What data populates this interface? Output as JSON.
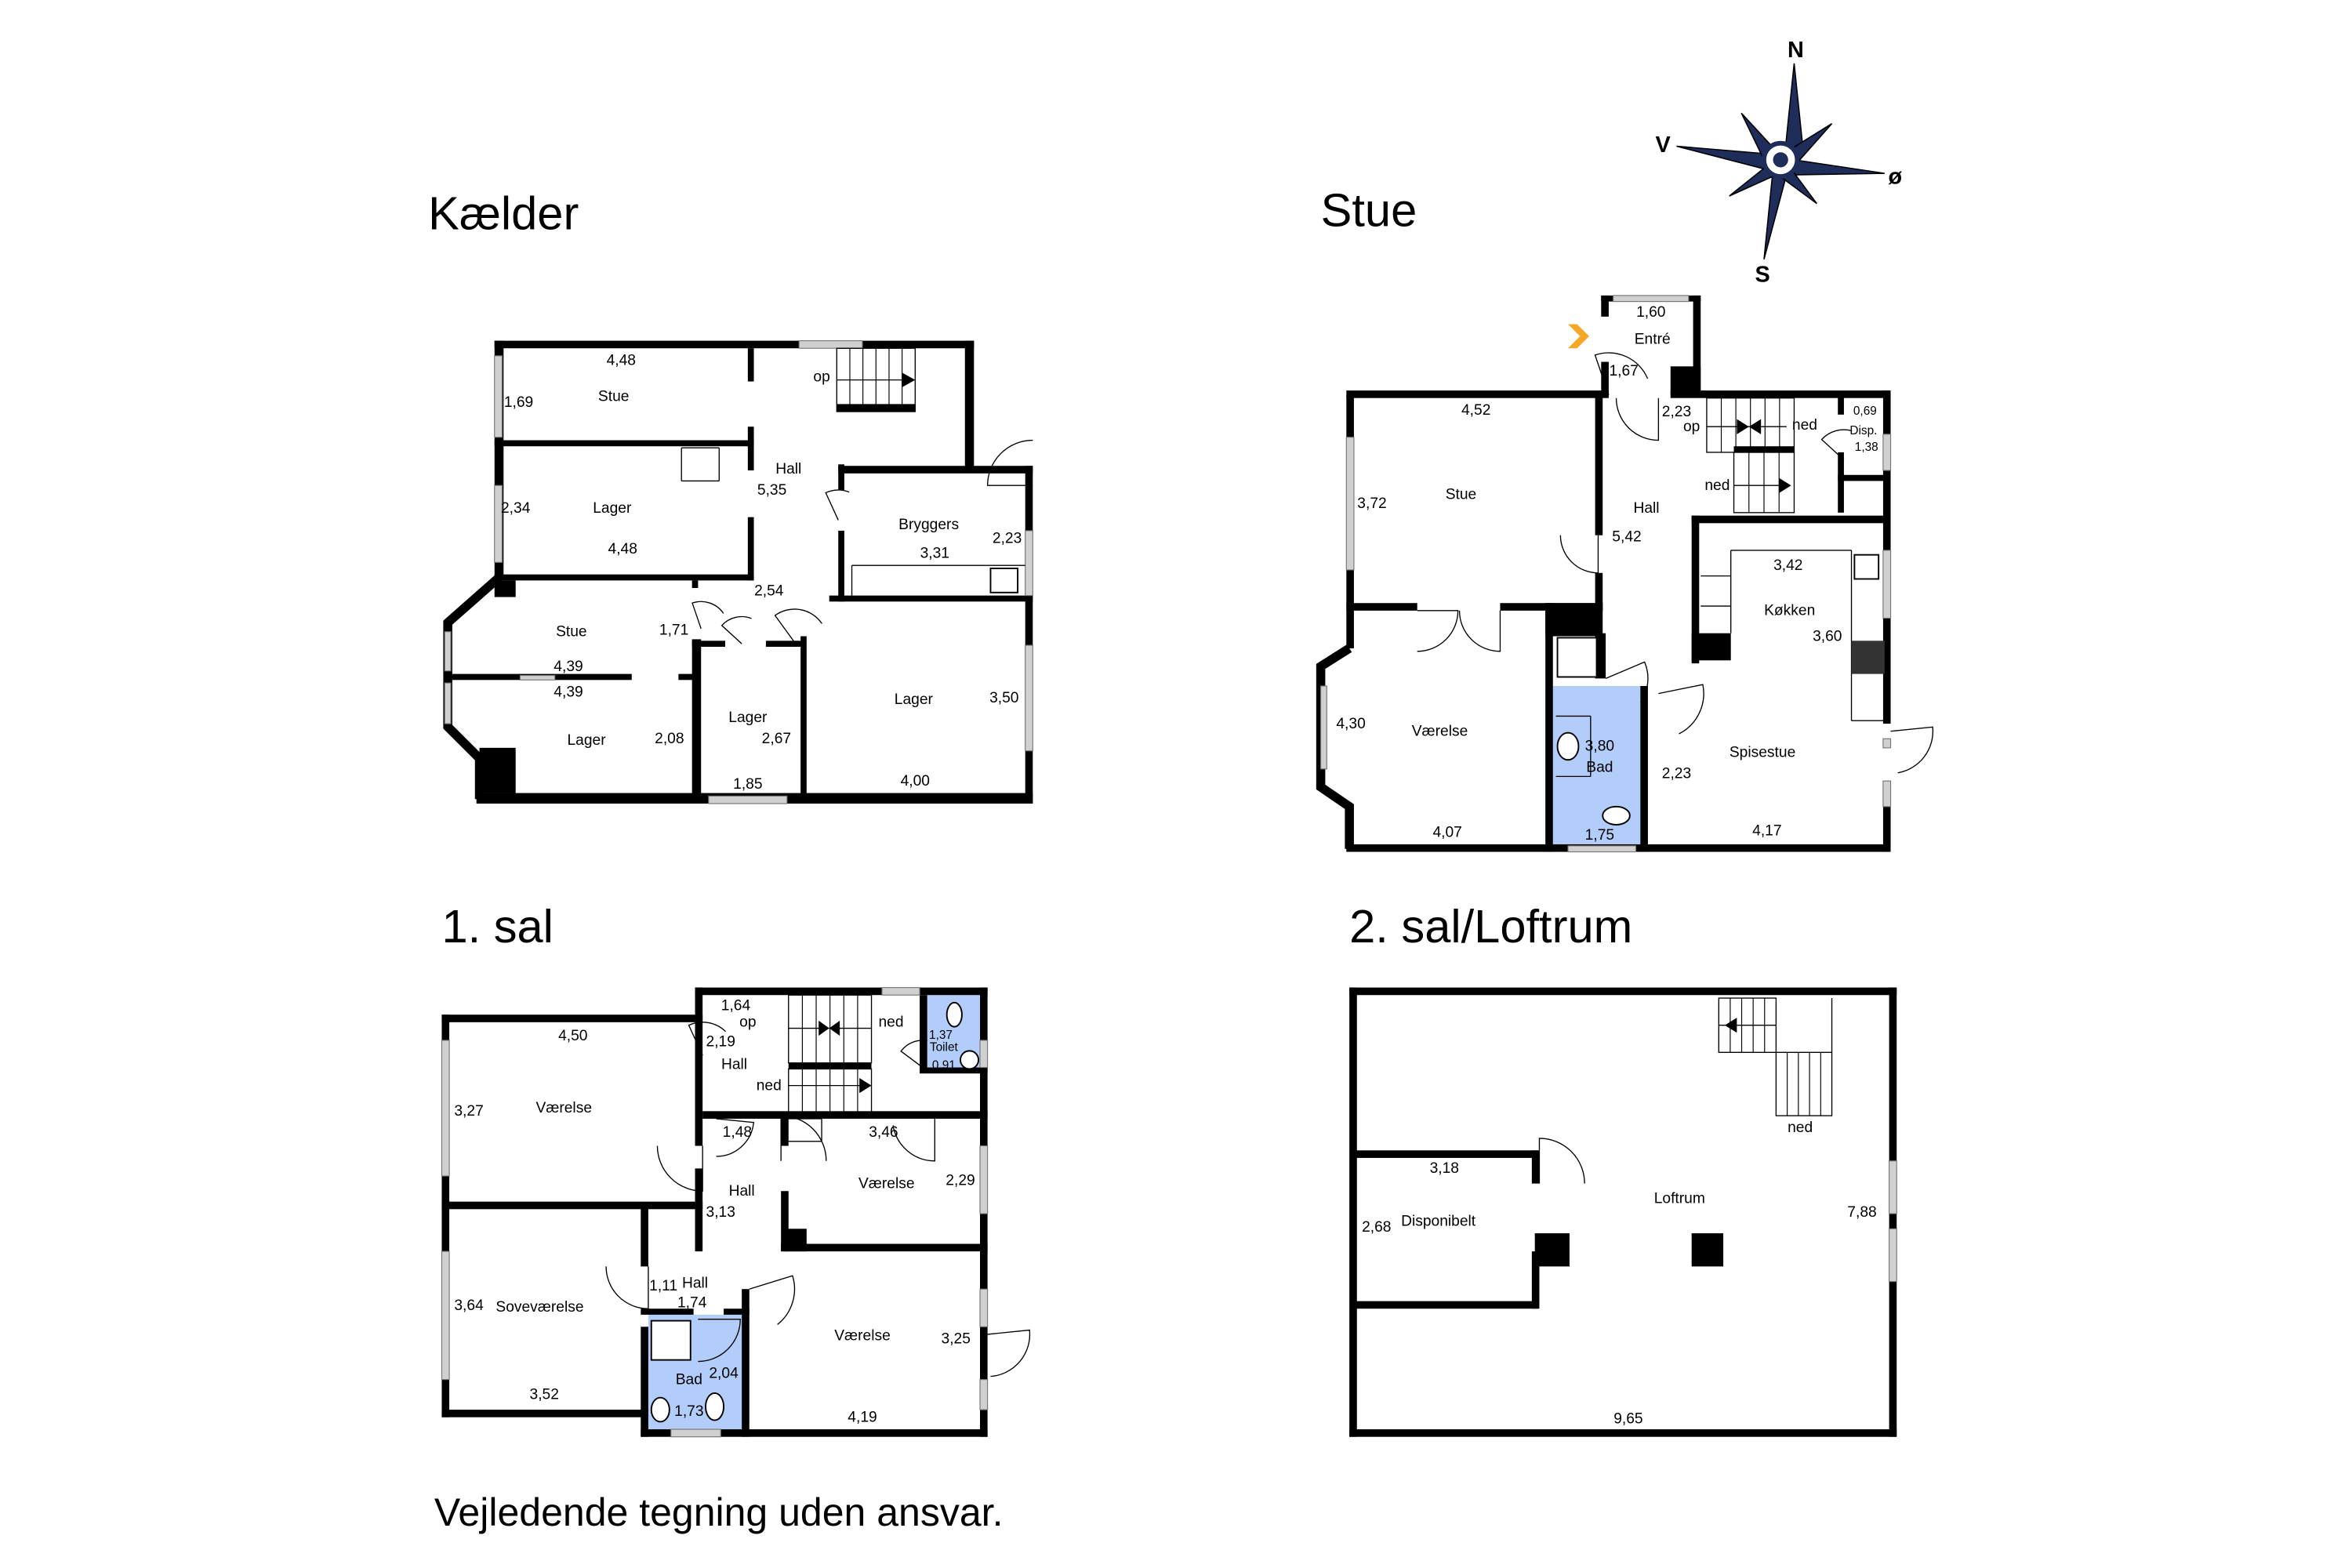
{
  "titles": {
    "kaelder": "Kælder",
    "stue": "Stue",
    "sal1": "1. sal",
    "sal2": "2. sal/Loftrum"
  },
  "disclaimer": "Vejledende tegning uden ansvar.",
  "compass": {
    "n": "N",
    "s": "S",
    "e": "ø",
    "w": "V",
    "color": "#1f2d5a"
  },
  "colors": {
    "wet_room": "#b3cdfb",
    "entrance_marker": "#f5a623",
    "wall": "#000000",
    "window": "#d0d0d0"
  },
  "plans": {
    "kaelder": [
      "Stue",
      "4,48",
      "1,69",
      "Lager",
      "2,34",
      "4,48",
      "Hall",
      "5,35",
      "op",
      "Bryggers",
      "2,23",
      "3,31",
      "2,54",
      "Stue",
      "1,71",
      "4,39",
      "4,39",
      "Lager",
      "2,08",
      "Lager",
      "2,67",
      "1,85",
      "Lager",
      "3,50",
      "4,00"
    ],
    "stue": [
      "Entré",
      "1,60",
      "1,67",
      "Stue",
      "4,52",
      "3,72",
      "Hall",
      "5,42",
      "2,23",
      "op",
      "ned",
      "ned",
      "0,69",
      "Disp.",
      "1,38",
      "Køkken",
      "3,42",
      "3,60",
      "Værelse",
      "4,30",
      "4,07",
      "3,80",
      "Bad",
      "1,75",
      "Spisestue",
      "2,23",
      "4,17"
    ],
    "sal1": [
      "1,64",
      "op",
      "2,19",
      "Hall",
      "ned",
      "ned",
      "1,37",
      "Toilet",
      "0,91",
      "4,50",
      "Værelse",
      "3,27",
      "1,48",
      "3,46",
      "Værelse",
      "2,29",
      "Hall",
      "3,13",
      "1,11",
      "Hall",
      "1,74",
      "Soveværelse",
      "3,64",
      "3,52",
      "Bad",
      "2,04",
      "1,73",
      "Værelse",
      "3,25",
      "4,19"
    ],
    "sal2": [
      "3,18",
      "2,68",
      "Disponibelt",
      "Loftrum",
      "7,88",
      "9,65",
      "ned"
    ]
  }
}
